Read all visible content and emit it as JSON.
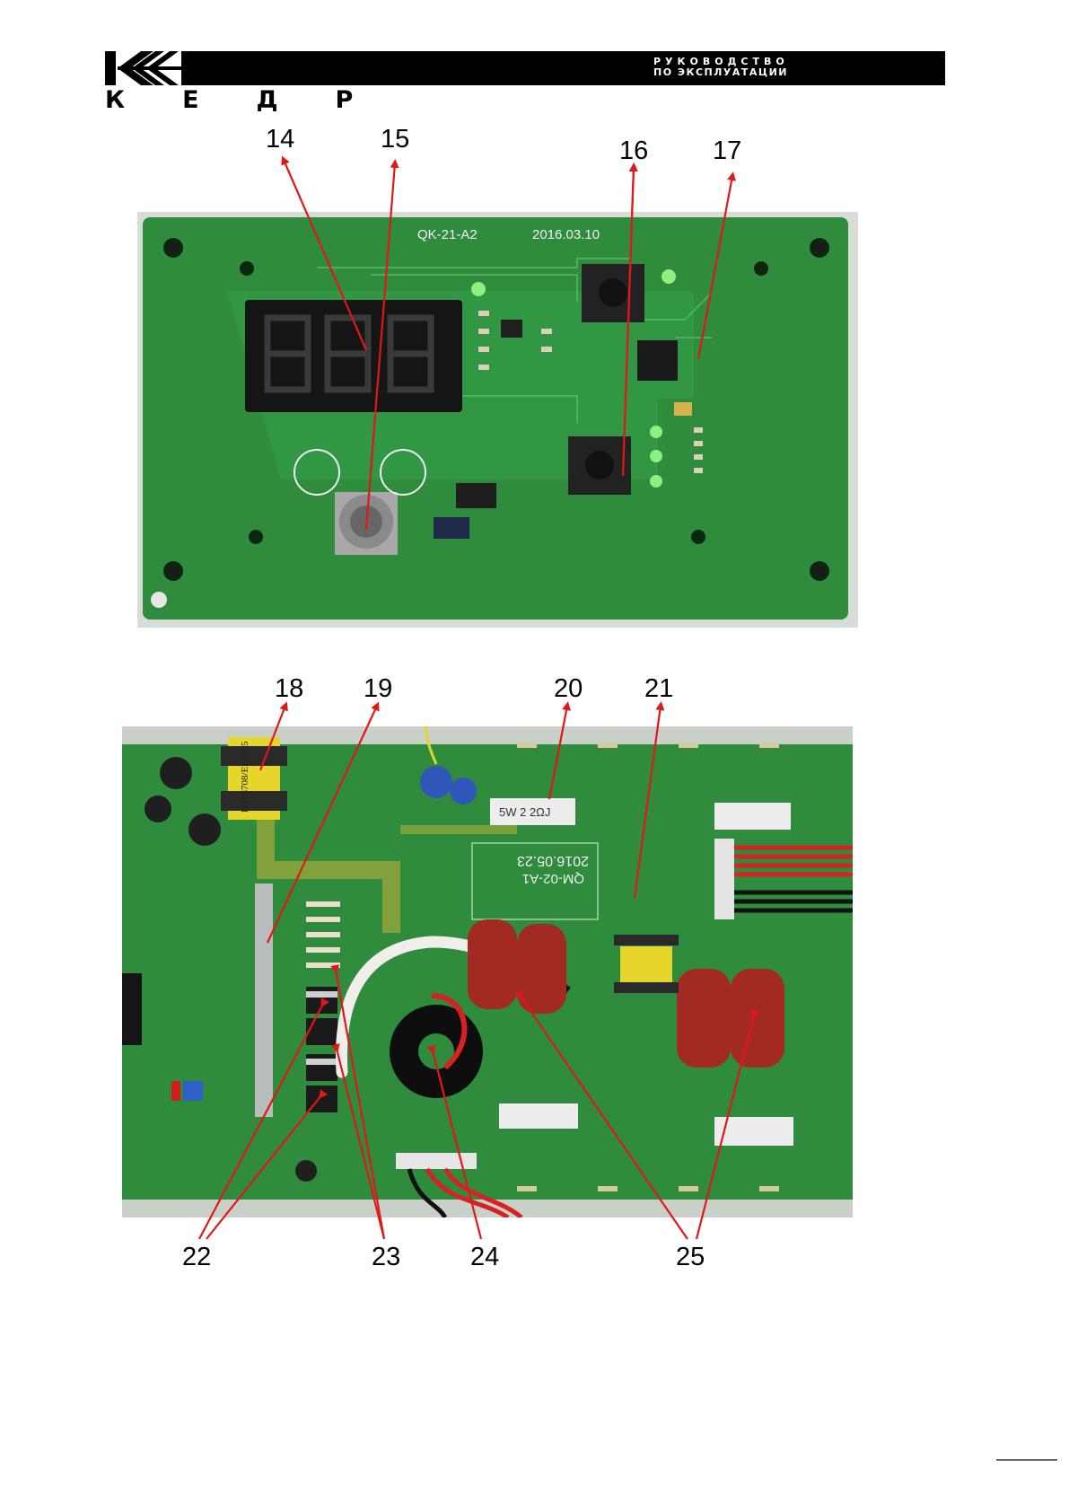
{
  "header": {
    "title_line1": "РУКОВОДСТВО",
    "title_line2": "ПО ЭКСПЛУАТАЦИИ",
    "logo_text": "КЕДР"
  },
  "top_board": {
    "silkscreen_model": "QK-21-A2",
    "silkscreen_date": "2016.03.10",
    "callouts": [
      "14",
      "15",
      "16",
      "17"
    ]
  },
  "bottom_board": {
    "silkscreen_model": "QM-02-A1",
    "silkscreen_date": "2016.05.23",
    "transformer_label": "HS28708/EEL-25",
    "resistor_label": "5W 2 2ΩJ",
    "callouts_top": [
      "18",
      "19",
      "20",
      "21"
    ],
    "callouts_bottom": [
      "22",
      "23",
      "24",
      "25"
    ]
  },
  "colors": {
    "pcb_green": "#2e8c3c",
    "arrow_red": "#e01818"
  }
}
